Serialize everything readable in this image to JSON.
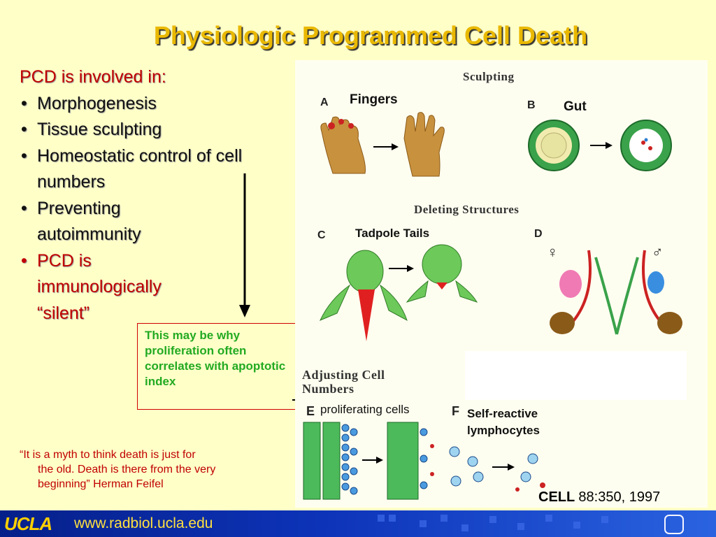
{
  "title": "Physiologic Programmed Cell Death",
  "left_list": {
    "heading": "PCD is involved in:",
    "items": [
      "Morphogenesis",
      "Tissue sculpting",
      "Homeostatic control of cell numbers",
      "Preventing autoimmunity"
    ],
    "highlight_item": "PCD is immunologically “silent”"
  },
  "note_box": "This may be why proliferation often correlates with apoptotic index",
  "quote": {
    "line1": "“It is a myth to think death is just for",
    "line2": "the old. Death is there from the very",
    "line3": "beginning” Herman Feifel"
  },
  "figure": {
    "sculpting": "Sculpting",
    "deleting": "Deleting Structures",
    "adjusting_1": "Adjusting Cell",
    "adjusting_2": "Numbers",
    "letters": {
      "a": "A",
      "b": "B",
      "c": "C",
      "d": "D",
      "e": "E",
      "f": "F"
    },
    "female": "♀",
    "male": "♂",
    "captions": {
      "fingers": "Fingers",
      "gut": "Gut",
      "tadpole": "Tadpole Tails",
      "proliferating": "proliferating cells",
      "self_reactive_1": "Self-reactive",
      "self_reactive_2": "lymphocytes"
    }
  },
  "citation": {
    "journal": "CELL",
    "ref": "88:350, 1997"
  },
  "footer": {
    "logo": "UCLA",
    "url": "www.radbiol.ucla.edu"
  },
  "colors": {
    "title": "#e9b800",
    "accent_red": "#c00000",
    "note_green": "#22aa22",
    "footer_blue": "#0d33b8"
  }
}
